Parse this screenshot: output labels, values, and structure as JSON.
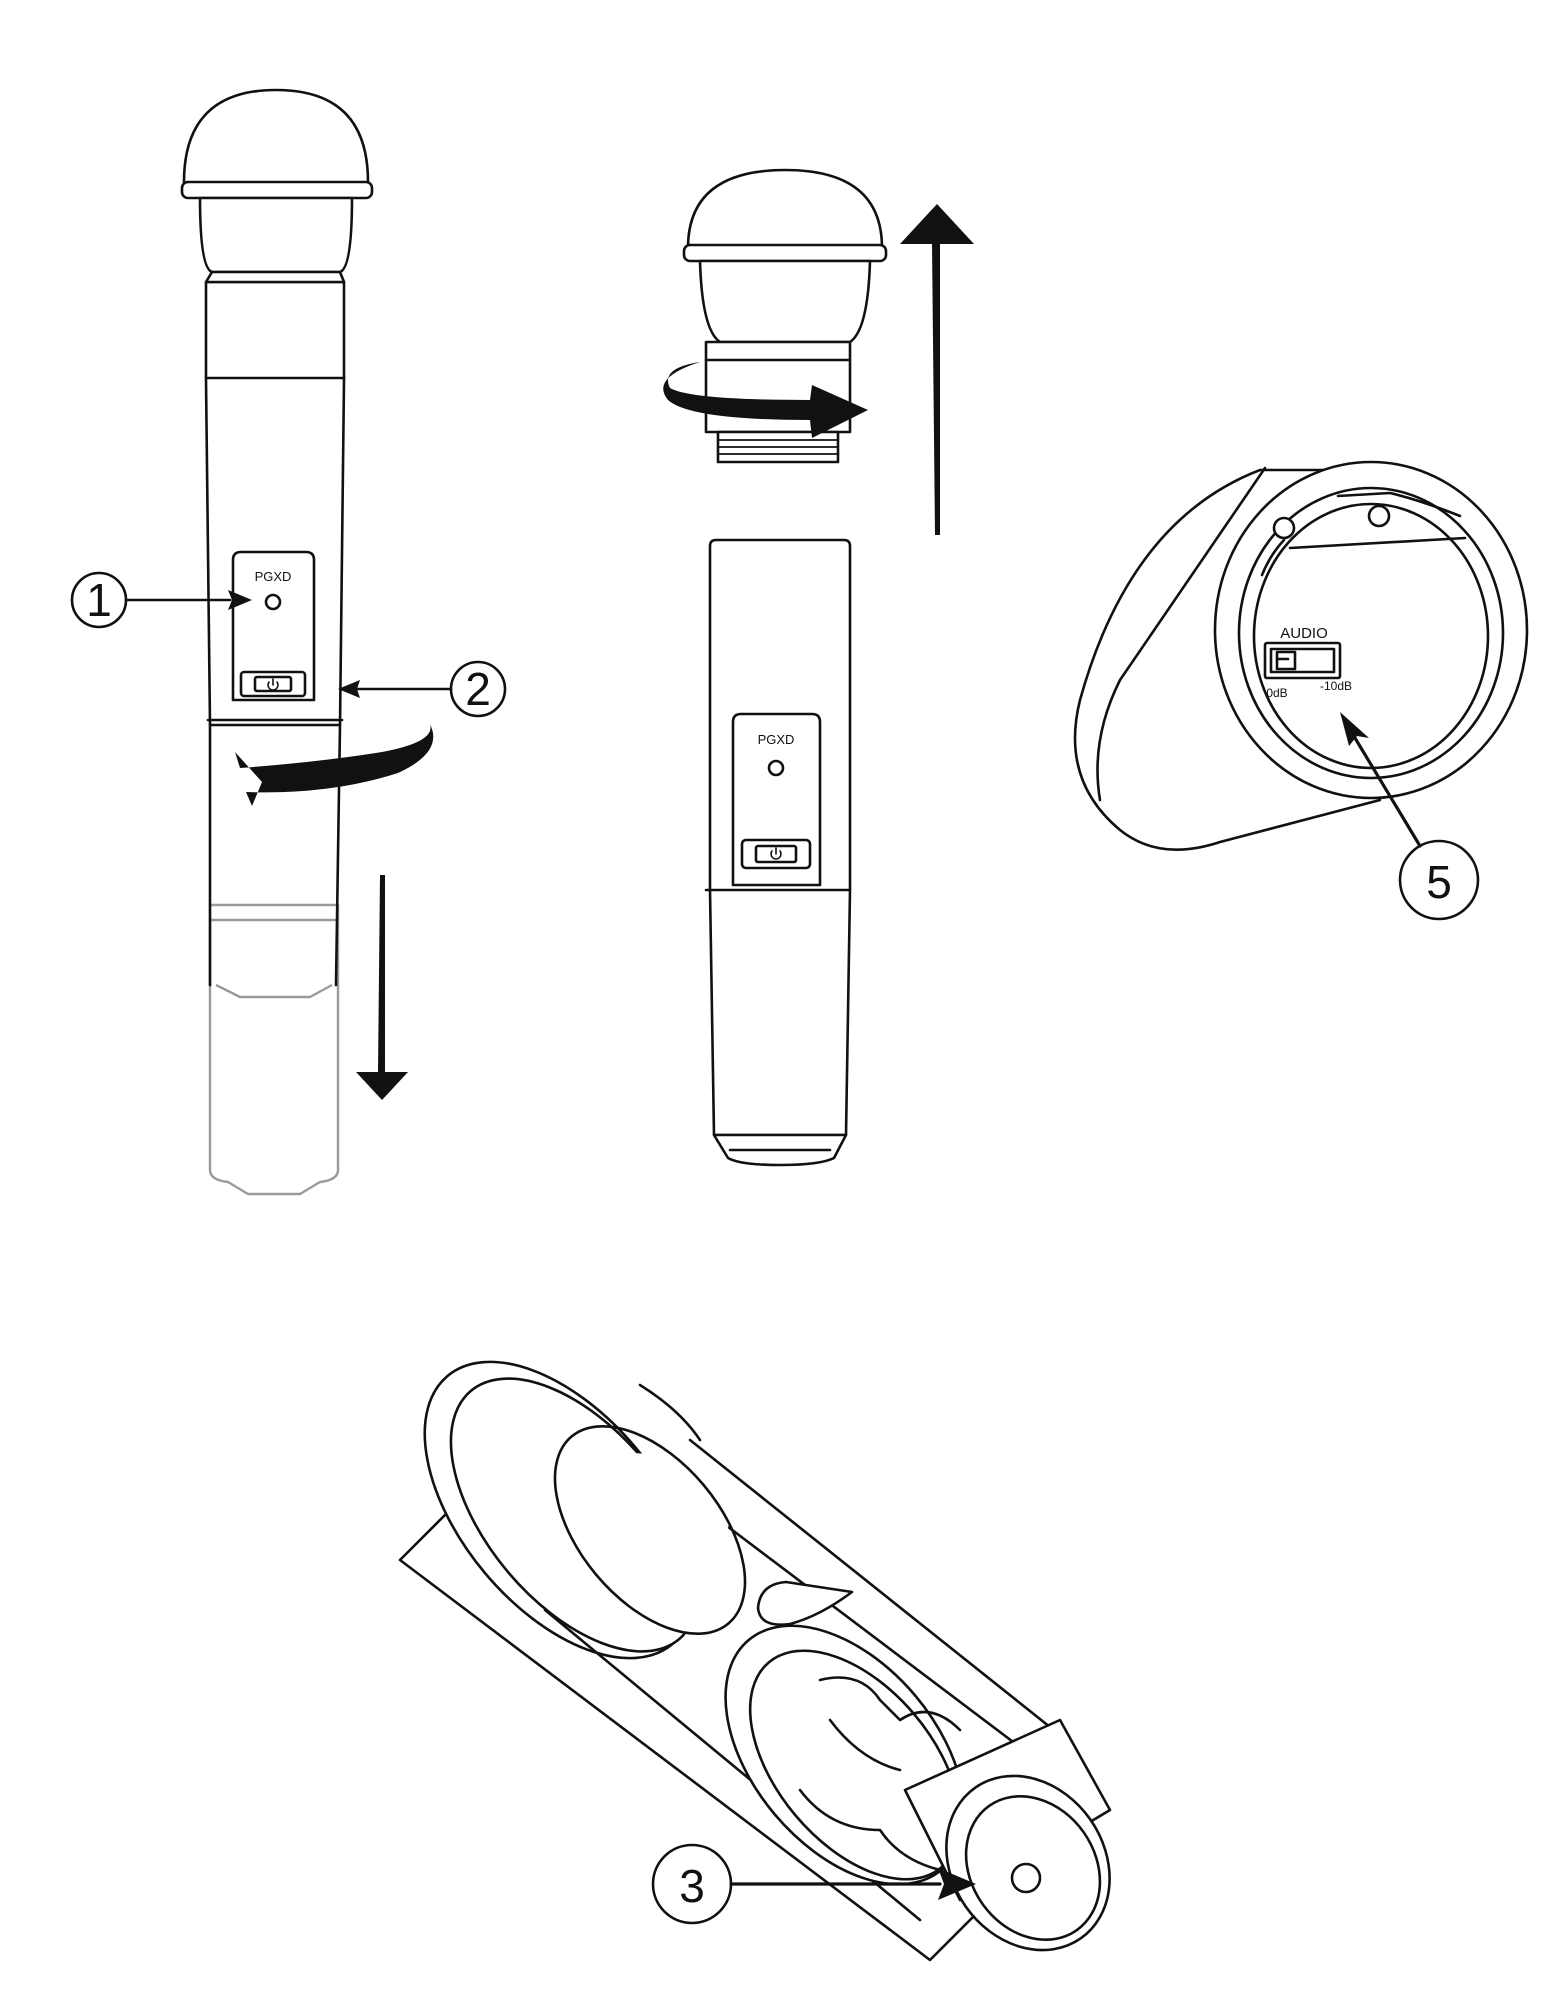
{
  "labels": {
    "brand": "PGXD",
    "audio_switch_title": "AUDIO",
    "audio_low": "0dB",
    "audio_high": "-10dB"
  },
  "callouts": {
    "c1": "1",
    "c2": "2",
    "c3": "3",
    "c5": "5"
  },
  "icons": {
    "power": "power-icon",
    "arrow": "arrow-icon",
    "rotate": "rotate-arrow-icon"
  },
  "colors": {
    "ink": "#111111",
    "ghost": "#9a9a9a",
    "background": "#ffffff"
  }
}
